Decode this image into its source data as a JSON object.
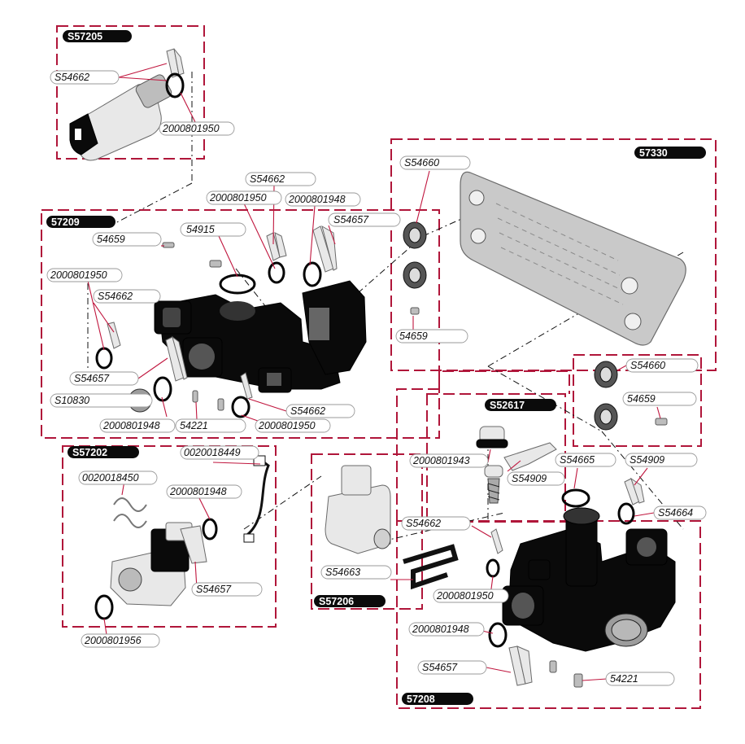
{
  "groups": {
    "g1": "S57205",
    "g2": "57209",
    "g3": "57330",
    "g4": "S52617",
    "g5": "S57202",
    "g6": "S57206",
    "g7": "57208"
  },
  "labels": {
    "l1": "S54662",
    "l2": "2000801950",
    "l3": "S54662",
    "l4": "2000801950",
    "l5": "2000801948",
    "l6": "S54657",
    "l7": "54915",
    "l8": "54659",
    "l9": "2000801950",
    "l10": "S54662",
    "l11": "S54657",
    "l12": "S10830",
    "l13": "2000801948",
    "l14": "54221",
    "l15": "2000801950",
    "l16": "S54662",
    "l17": "S54660",
    "l18": "54659",
    "l19": "S54660",
    "l20": "54659",
    "l21": "2000801943",
    "l22": "S54909",
    "l23": "S54665",
    "l24": "S54909",
    "l25": "S54664",
    "l26": "0020018449",
    "l27": "0020018450",
    "l28": "2000801948",
    "l29": "S54657",
    "l30": "2000801956",
    "l31": "S54663",
    "l32": "S54662",
    "l33": "2000801950",
    "l34": "2000801948",
    "l35": "S54657",
    "l36": "54221"
  },
  "colors": {
    "frame": "#b0163a",
    "leader": "#c0163e",
    "badge": "#0b0b0b"
  }
}
